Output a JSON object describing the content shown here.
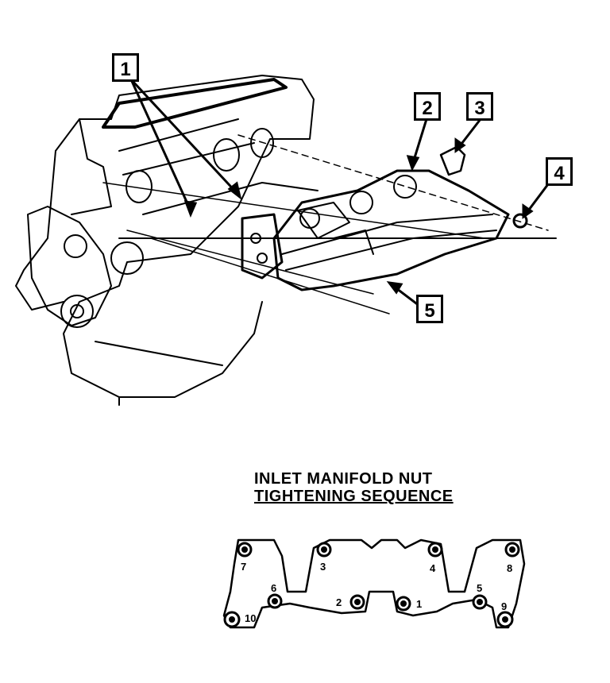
{
  "callouts": {
    "c1": "1",
    "c2": "2",
    "c3": "3",
    "c4": "4",
    "c5": "5"
  },
  "sequence": {
    "title_line1": "INLET MANIFOLD NUT",
    "title_line2": "TIGHTENING SEQUENCE",
    "nuts": [
      "7",
      "3",
      "4",
      "8",
      "6",
      "2",
      "1",
      "5",
      "10",
      "9"
    ]
  },
  "colors": {
    "ink": "#000000",
    "paper": "#ffffff"
  }
}
